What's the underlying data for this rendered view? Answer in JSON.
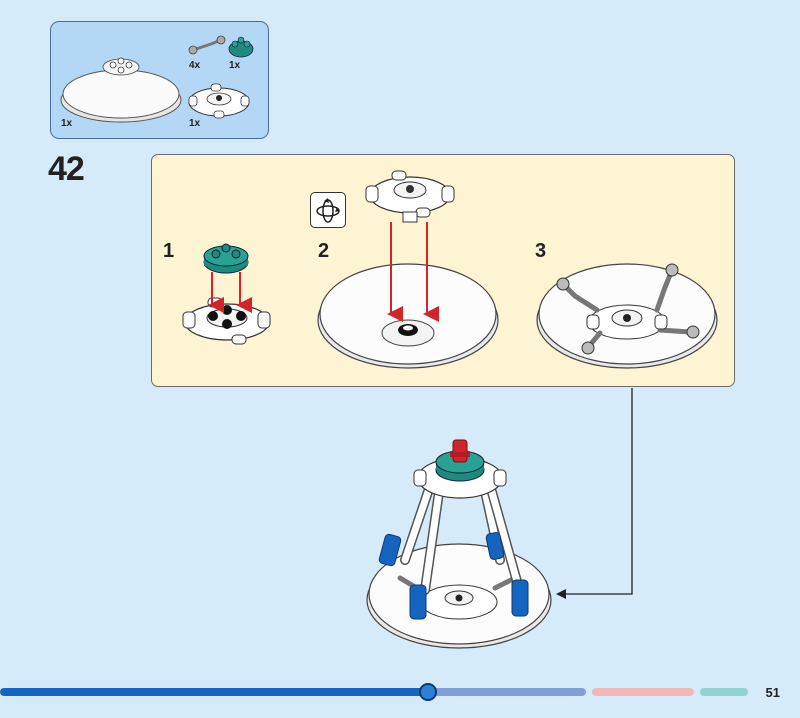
{
  "step": {
    "number": "42"
  },
  "parts": [
    {
      "name": "dish",
      "quantity": "1x",
      "icon": "round-dish-part-icon"
    },
    {
      "name": "connector-bar",
      "quantity": "4x",
      "icon": "bar-connector-part-icon"
    },
    {
      "name": "round-plate",
      "quantity": "1x",
      "icon": "teal-round-plate-icon",
      "color": "#1f8a80"
    },
    {
      "name": "hub",
      "quantity": "1x",
      "icon": "white-hub-part-icon"
    }
  ],
  "substeps": [
    {
      "label": "1"
    },
    {
      "label": "2"
    },
    {
      "label": "3"
    }
  ],
  "colors": {
    "parts_box": "#b3d7f4",
    "substeps_box": "#fdf4d4",
    "arrow": "#d3242c",
    "teal": "#1f8a80",
    "blue_part": "#1565c0",
    "progress_done": "#1565c0",
    "progress_mid": "#7f9fd6",
    "progress_pink": "#f4b6b6",
    "progress_teal": "#8fd3d3"
  },
  "page": {
    "number": "51"
  }
}
